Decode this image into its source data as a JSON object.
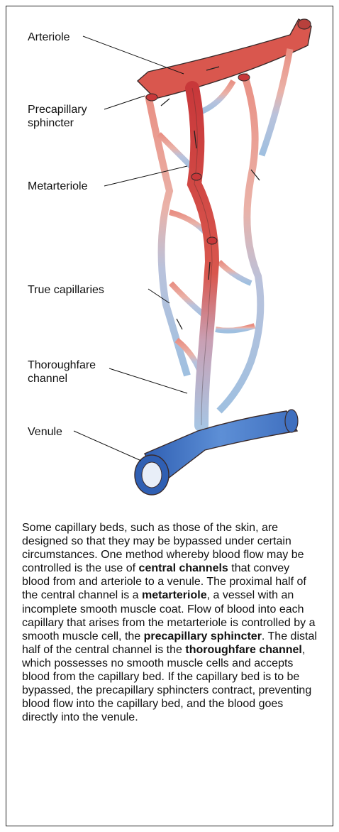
{
  "labels": {
    "arteriole": "Arteriole",
    "precapillary_sphincter": "Precapillary\nsphincter",
    "metarteriole": "Metarteriole",
    "true_capillaries": "True capillaries",
    "thoroughfare_channel": "Thoroughfare\nchannel",
    "venule": "Venule"
  },
  "caption": {
    "p1": "Some capillary beds, such as those of the skin, are designed so that they may be bypassed under certain circumstances. One method whereby blood flow may be controlled is the use of ",
    "b1": "central channels",
    "p2": " that convey blood from and arteriole to a venule. The proximal half of the central channel is a ",
    "b2": "metarteriole",
    "p3": ", a vessel with an incomplete smooth muscle coat. Flow of blood into each capillary that arises from the metarteriole is controlled by a smooth muscle cell, the ",
    "b3": "precapillary sphincter",
    "p4": ". The distal half of the central channel is the ",
    "b4": "thoroughfare channel",
    "p5": ", which possesses no smooth muscle cells and accepts blood from the capillary bed. If the capillary bed is to be bypassed, the precapillary sphincters contract, preventing blood flow into the capillary bed, and the blood goes directly into the venule."
  },
  "colors": {
    "arterial": "#d9574e",
    "arterial_light": "#e98f83",
    "venous": "#3f6fbf",
    "venous_light": "#9fb8dc",
    "outline": "#3a2a2a"
  }
}
